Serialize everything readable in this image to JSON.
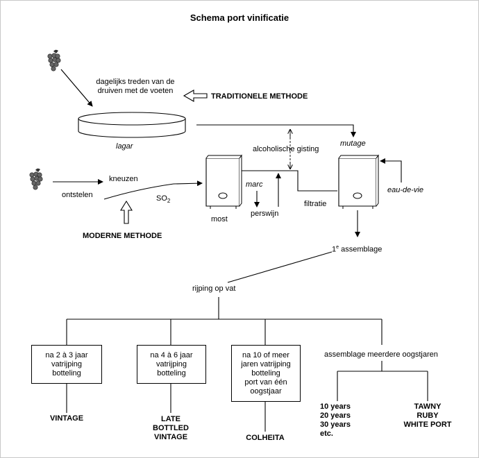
{
  "title": "Schema port vinificatie",
  "labels": {
    "treden": "dagelijks treden van de\ndruiven met de voeten",
    "traditionele": "TRADITIONELE METHODE",
    "lagar": "lagar",
    "mutage": "mutage",
    "gisting": "alcoholische gisting",
    "kneuzen": "kneuzen",
    "ontstelen": "ontstelen",
    "so2": "SO",
    "so2_sub": "2",
    "marc": "marc",
    "eau": "eau-de-vie",
    "filtratie": "filtratie",
    "persvijn": "perswijn",
    "most": "most",
    "moderne": "MODERNE METHODE",
    "assemblage1": "1",
    "assemblage1_sup": "e",
    "assemblage1_rest": " assemblage",
    "rijping": "rijping op vat",
    "meerdere": "assemblage meerdere oogstjaren"
  },
  "boxes": [
    {
      "text": "na 2 à 3 jaar\nvatrijping\nbotteling"
    },
    {
      "text": "na 4 à 6 jaar\nvatrijping\nbotteling"
    },
    {
      "text": "na 10 of meer\njaren vatrijping\nbotteling\nport van één\noogstjaar"
    }
  ],
  "outcomes": {
    "vintage": "VINTAGE",
    "lbv": "LATE\nBOTTLED\nVINTAGE",
    "colheita": "COLHEITA",
    "years": "10 years\n20 years\n30 years\netc.",
    "tawny": "TAWNY\nRUBY\nWHITE PORT"
  },
  "icons": {
    "grapes": "grape-bunch-icon",
    "arrow": "hollow-arrow-icon"
  },
  "colors": {
    "grape": "#555555",
    "line": "#000000"
  }
}
